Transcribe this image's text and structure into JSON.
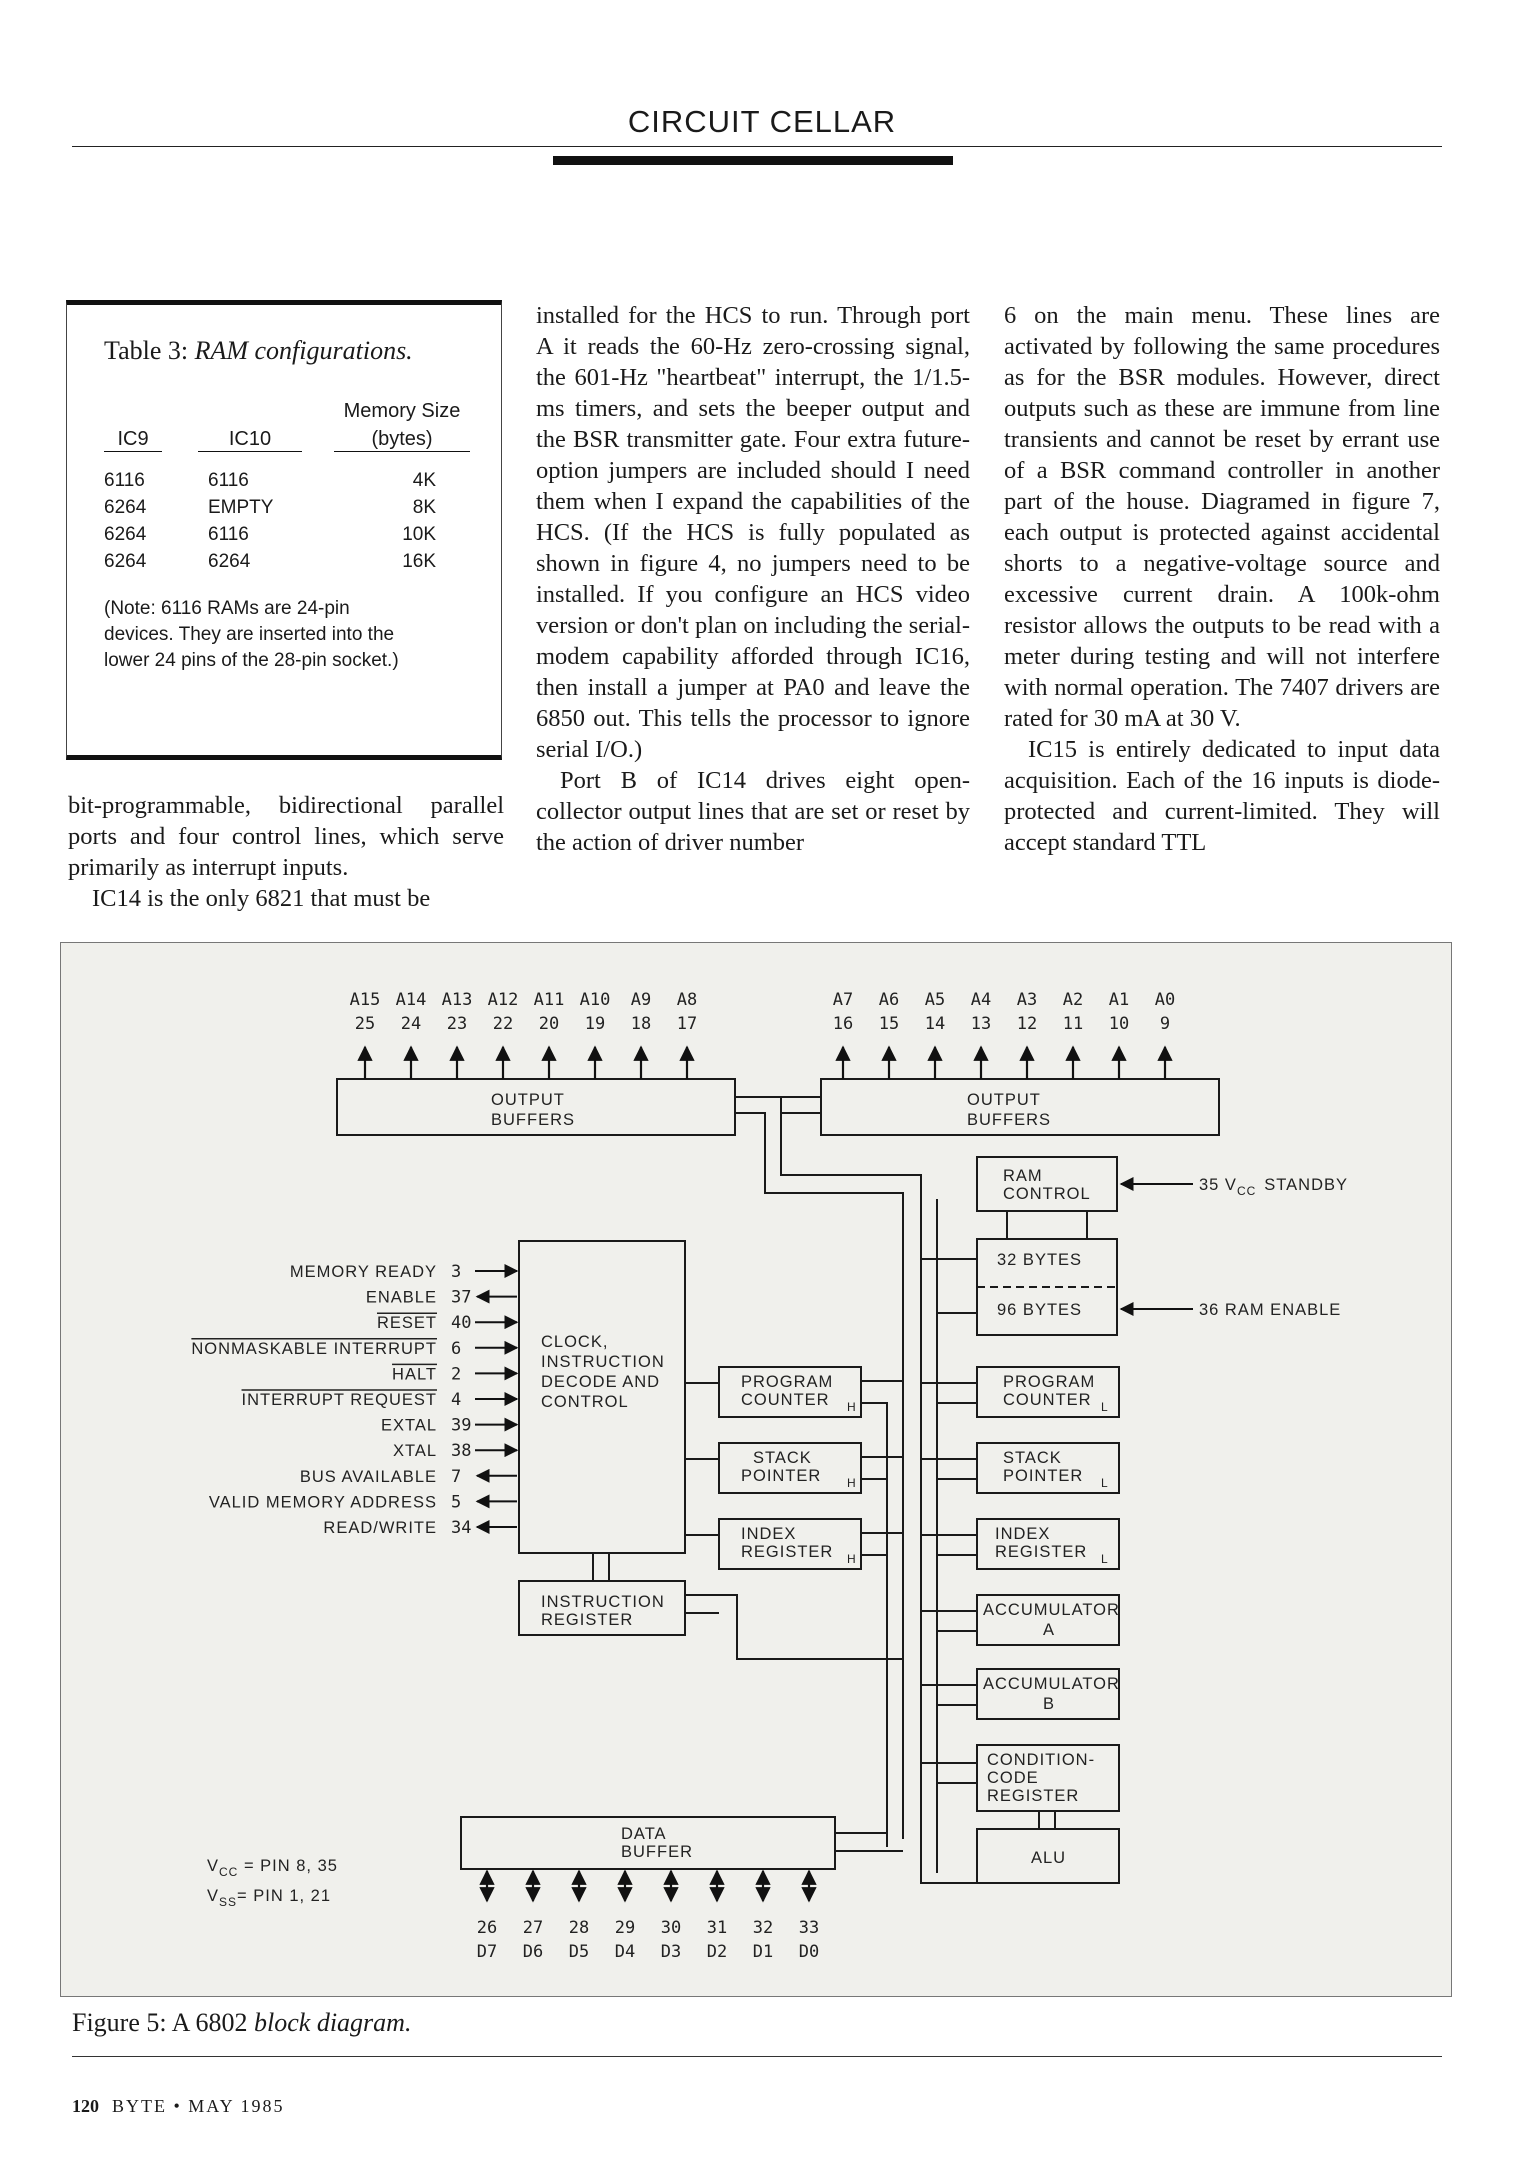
{
  "running_head": "CIRCUIT CELLAR",
  "table": {
    "title_prefix": "Table 3: ",
    "title_italic": "RAM configurations.",
    "headers": [
      "IC9",
      "IC10",
      "Memory Size",
      "(bytes)"
    ],
    "rows": [
      [
        "6116",
        "6116",
        "4K"
      ],
      [
        "6264",
        "EMPTY",
        "8K"
      ],
      [
        "6264",
        "6116",
        "10K"
      ],
      [
        "6264",
        "6264",
        "16K"
      ]
    ],
    "note": "(Note: 6116 RAMs are 24-pin devices. They are inserted into the lower 24 pins of the 28-pin socket.)"
  },
  "body": {
    "col1": [
      "bit-programmable, bidirectional parallel ports and four control lines, which serve primarily as interrupt inputs.",
      "IC14 is the only 6821 that must be"
    ],
    "col2": [
      "installed for the HCS to run. Through port A it reads the 60-Hz zero-crossing signal, the 601-Hz \"heartbeat\" interrupt, the 1/1.5-ms timers, and sets the beeper output and the BSR transmitter gate. Four extra future-option jumpers are included should I need them when I expand the capabilities of the HCS. (If the HCS is fully populated as shown in figure 4, no jumpers need to be installed. If you configure an HCS video version or don't plan on including the serial-modem capability afforded through IC16, then install a jumper at PA0 and leave the 6850 out. This tells the processor to ignore serial I/O.)",
      "Port B of IC14 drives eight open-collector output lines that are set or reset by the action of driver number"
    ],
    "col3": [
      "6 on the main menu. These lines are activated by following the same procedures as for the BSR modules. However, direct outputs such as these are immune from line transients and cannot be reset by errant use of a BSR command controller in another part of the house. Diagramed in figure 7, each output is protected against accidental shorts to a negative-voltage source and excessive current drain. A 100k-ohm resistor allows the outputs to be read with a meter during testing and will not interfere with normal operation. The 7407 drivers are rated for 30 mA at 30 V.",
      "IC15 is entirely dedicated to input data acquisition. Each of the 16 inputs is diode-protected and current-limited. They will accept standard TTL"
    ]
  },
  "diagram": {
    "addr_high": [
      {
        "name": "A15",
        "pin": "25"
      },
      {
        "name": "A14",
        "pin": "24"
      },
      {
        "name": "A13",
        "pin": "23"
      },
      {
        "name": "A12",
        "pin": "22"
      },
      {
        "name": "A11",
        "pin": "20"
      },
      {
        "name": "A10",
        "pin": "19"
      },
      {
        "name": "A9",
        "pin": "18"
      },
      {
        "name": "A8",
        "pin": "17"
      }
    ],
    "addr_low": [
      {
        "name": "A7",
        "pin": "16"
      },
      {
        "name": "A6",
        "pin": "15"
      },
      {
        "name": "A5",
        "pin": "14"
      },
      {
        "name": "A4",
        "pin": "13"
      },
      {
        "name": "A3",
        "pin": "12"
      },
      {
        "name": "A2",
        "pin": "11"
      },
      {
        "name": "A1",
        "pin": "10"
      },
      {
        "name": "A0",
        "pin": "9"
      }
    ],
    "output_buffers_1": "OUTPUT",
    "output_buffers_2": "BUFFERS",
    "ram_control_1": "RAM",
    "ram_control_2": "CONTROL",
    "vcc_standby_num": "35 V",
    "vcc_standby_sub": "CC",
    "vcc_standby_txt": "STANDBY",
    "bytes_32": "32 BYTES",
    "bytes_96": "96 BYTES",
    "ram_enable": "36 RAM ENABLE",
    "signals": [
      {
        "label": "MEMORY READY",
        "pin": "3",
        "dir": "in",
        "bar": false
      },
      {
        "label": "ENABLE",
        "pin": "37",
        "dir": "out",
        "bar": false
      },
      {
        "label": "RESET",
        "pin": "40",
        "dir": "in",
        "bar": true
      },
      {
        "label": "NONMASKABLE INTERRUPT",
        "pin": "6",
        "dir": "in",
        "bar": true
      },
      {
        "label": "HALT",
        "pin": "2",
        "dir": "in",
        "bar": true
      },
      {
        "label": "INTERRUPT REQUEST",
        "pin": "4",
        "dir": "in",
        "bar": true
      },
      {
        "label": "EXTAL",
        "pin": "39",
        "dir": "in",
        "bar": false
      },
      {
        "label": "XTAL",
        "pin": "38",
        "dir": "in",
        "bar": false
      },
      {
        "label": "BUS AVAILABLE",
        "pin": "7",
        "dir": "out",
        "bar": false
      },
      {
        "label": "VALID MEMORY ADDRESS",
        "pin": "5",
        "dir": "out",
        "bar": false
      },
      {
        "label": "READ/WRITE",
        "pin": "34",
        "dir": "out",
        "bar": false
      }
    ],
    "clock_lines": [
      "CLOCK,",
      "INSTRUCTION",
      "DECODE AND",
      "CONTROL"
    ],
    "pc_h": [
      "PROGRAM",
      "COUNTER"
    ],
    "sp_h": [
      "STACK",
      "POINTER"
    ],
    "ix_h": [
      "INDEX",
      "REGISTER"
    ],
    "h_sub": "H",
    "l_sub": "L",
    "instr_reg": [
      "INSTRUCTION",
      "REGISTER"
    ],
    "acc_a": [
      "ACCUMULATOR",
      "A"
    ],
    "acc_b": [
      "ACCUMULATOR",
      "B"
    ],
    "ccr": [
      "CONDITION-",
      "CODE",
      "REGISTER"
    ],
    "alu": "ALU",
    "data_buffer": [
      "DATA",
      "BUFFER"
    ],
    "data_pins": [
      {
        "pin": "26",
        "name": "D7"
      },
      {
        "pin": "27",
        "name": "D6"
      },
      {
        "pin": "28",
        "name": "D5"
      },
      {
        "pin": "29",
        "name": "D4"
      },
      {
        "pin": "30",
        "name": "D3"
      },
      {
        "pin": "31",
        "name": "D2"
      },
      {
        "pin": "32",
        "name": "D1"
      },
      {
        "pin": "33",
        "name": "D0"
      }
    ],
    "vcc_label": "V",
    "vcc_sub": "CC",
    "vcc_pins": " = PIN 8, 35",
    "vss_label": "V",
    "vss_sub": "SS",
    "vss_pins": "= PIN 1, 21"
  },
  "figure_caption": {
    "prefix": "Figure 5: A 6802 ",
    "italic": "block diagram."
  },
  "folio": {
    "page": "120",
    "text": "BYTE • MAY 1985"
  }
}
